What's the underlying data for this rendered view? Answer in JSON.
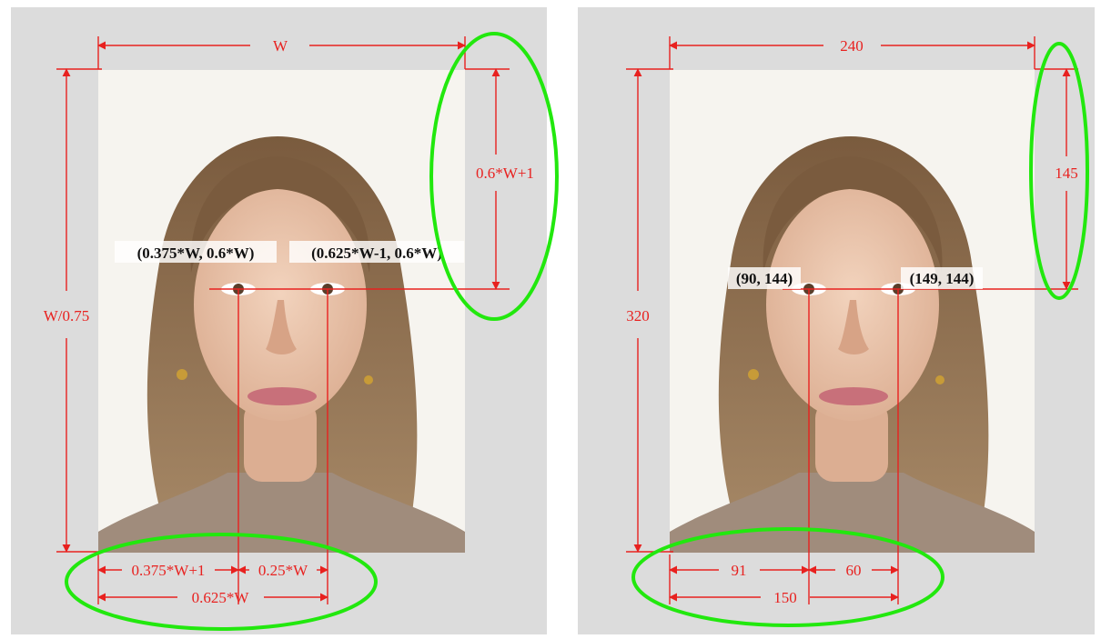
{
  "panels": [
    {
      "id": "formula",
      "top_width": "W",
      "height_label": "W/0.75",
      "eye_depth_label": "0.6*W+1",
      "left_eye": "(0.375*W, 0.6*W)",
      "right_eye": "(0.625*W-1, 0.6*W)",
      "bottom_left_gap": "0.375*W+1",
      "bottom_eye_gap": "0.25*W",
      "bottom_total": "0.625*W"
    },
    {
      "id": "example",
      "top_width": "240",
      "height_label": "320",
      "eye_depth_label": "145",
      "left_eye": "(90, 144)",
      "right_eye": "(149, 144)",
      "bottom_left_gap": "91",
      "bottom_eye_gap": "60",
      "bottom_total": "150"
    }
  ],
  "colors": {
    "panel_bg": "#dcdcdc",
    "dimension": "#e8211f",
    "highlight": "#22e80e",
    "photo_bg": "#f6f4ef",
    "hair": "#8a6a4a",
    "skin": "#e9c6ae",
    "sweater": "#a08c7c"
  }
}
